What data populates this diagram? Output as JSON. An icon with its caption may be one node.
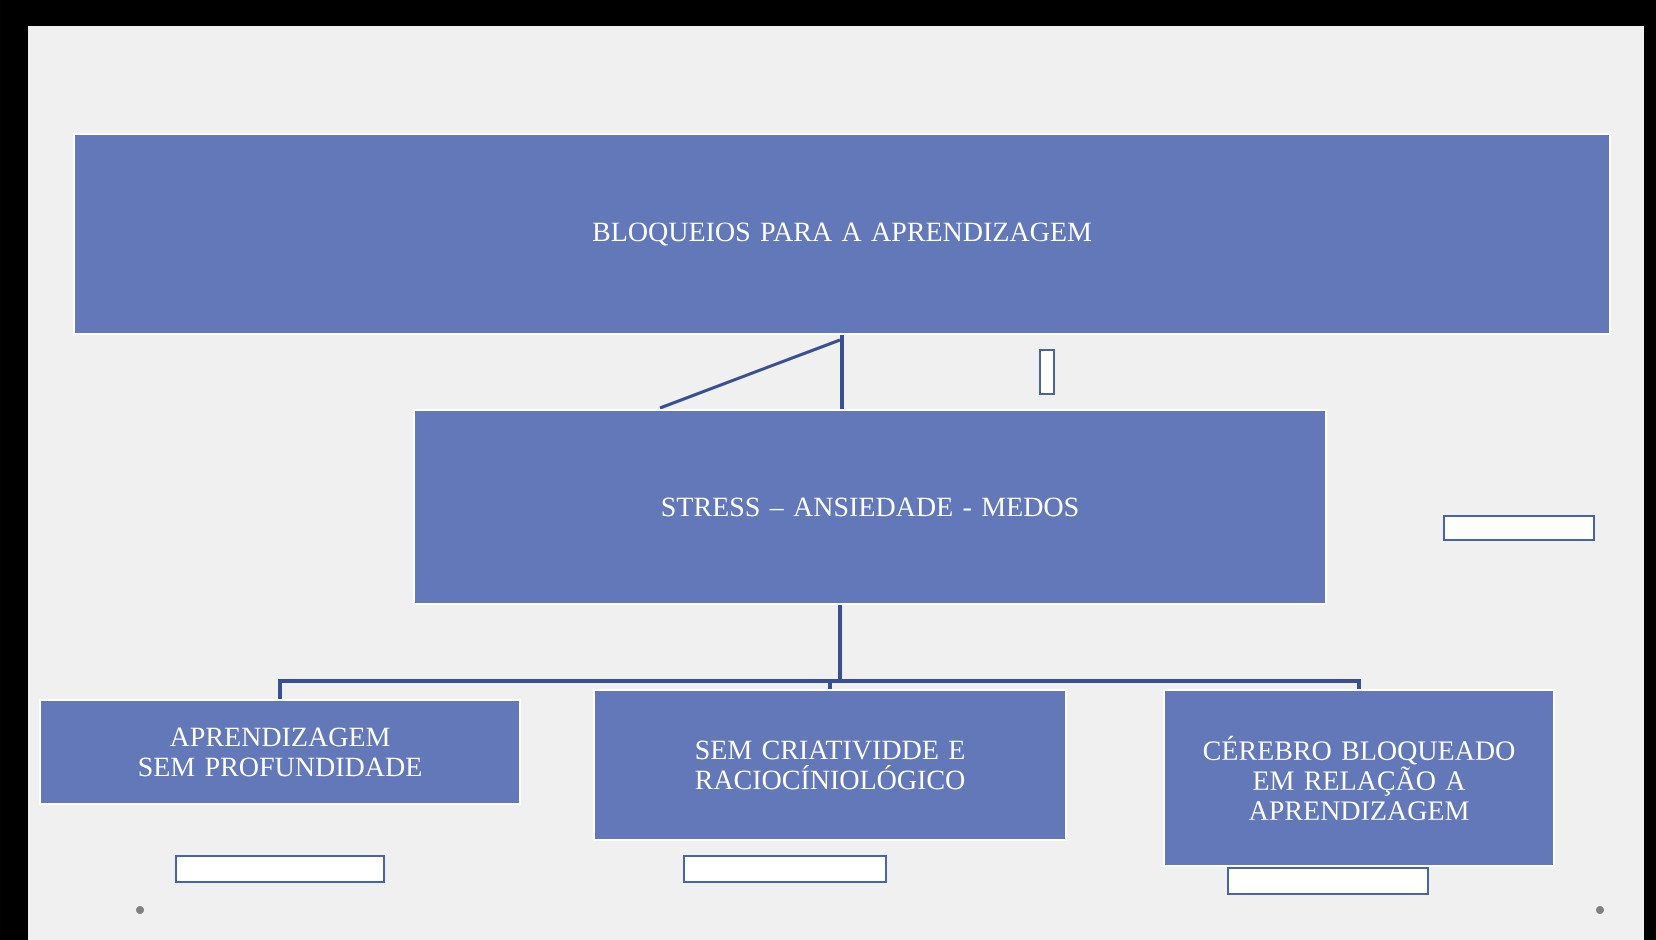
{
  "diagram": {
    "nodes": [
      {
        "text": [
          "BLOQUEIOS PARA A APRENDIZAGEM"
        ]
      },
      {
        "text": [
          "STRESS – ANSIEDADE - MEDOS"
        ]
      },
      {
        "text": [
          "APRENDIZAGEM SEM PROFUNDIDADE"
        ]
      },
      {
        "text": [
          "SEM CRIATIVIDDE E RACIOCÍNIOLÓGICO"
        ]
      },
      {
        "text": [
          "CÉREBRO BLOQUEADO EM RELAÇÃO A APRENDIZAGEM"
        ]
      },
      {
        "text": [],
        "shape": "box"
      },
      {
        "text": [],
        "shape": "box"
      },
      {
        "text": [],
        "shape": "box"
      },
      {
        "text": [],
        "shape": "box"
      },
      {
        "text": [],
        "shape": "box"
      }
    ],
    "edges": [
      {
        "from": 0,
        "to": 1,
        "arrow": "none"
      },
      {
        "from": 1,
        "to": 2,
        "arrow": "none"
      },
      {
        "from": 1,
        "to": 3,
        "arrow": "none"
      },
      {
        "from": 1,
        "to": 4,
        "arrow": "none"
      }
    ]
  }
}
